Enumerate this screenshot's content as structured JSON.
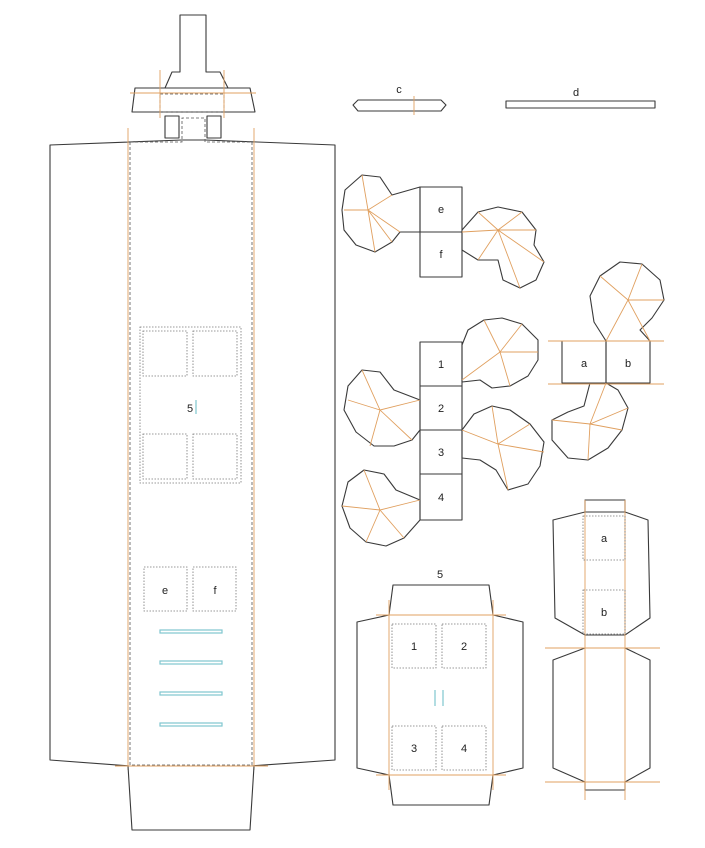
{
  "labels": {
    "c": "c",
    "d": "d",
    "e": "e",
    "f": "f",
    "one": "1",
    "two": "2",
    "three": "3",
    "four": "4",
    "five": "5",
    "a": "a",
    "b": "b"
  },
  "colors": {
    "cut_line": "#3a3a3a",
    "fold_line": "#e0a060",
    "slot_line": "#7fc6cf"
  }
}
